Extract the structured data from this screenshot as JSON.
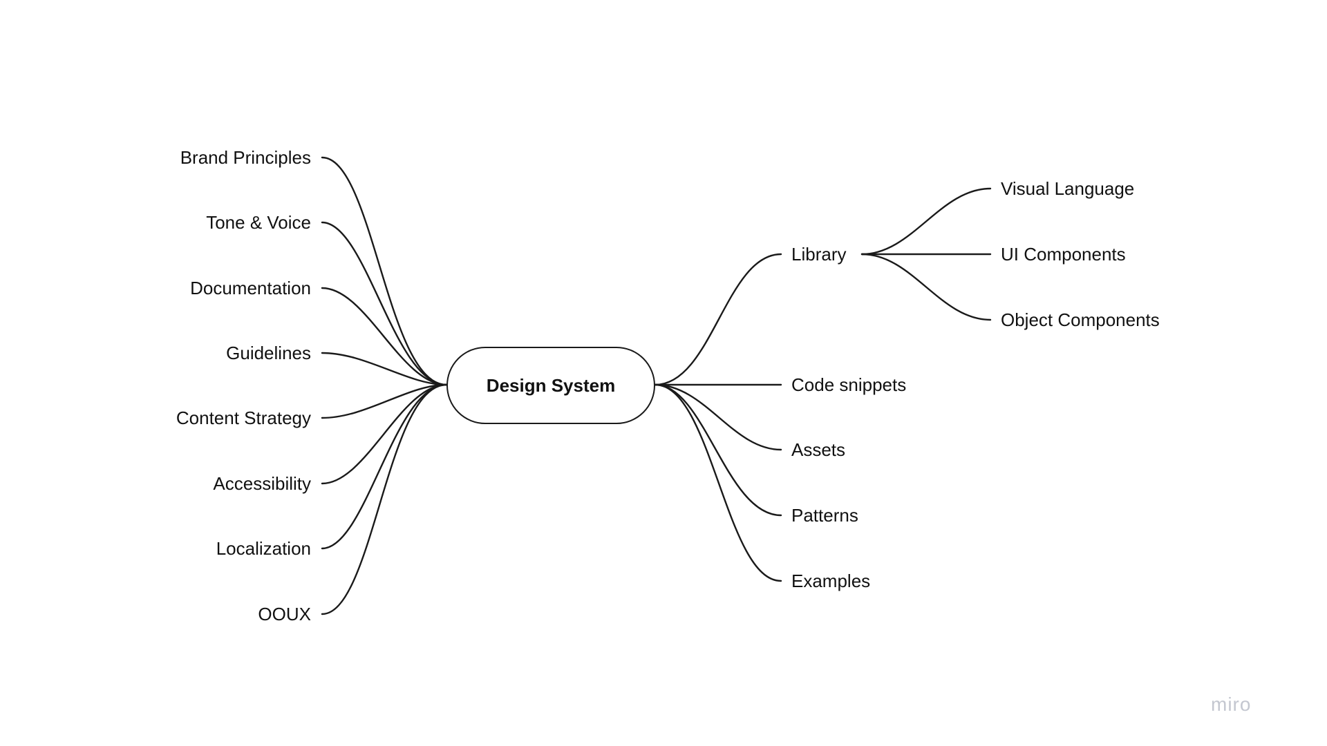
{
  "center": {
    "label": "Design System"
  },
  "left_branches": [
    {
      "label": "Brand Principles"
    },
    {
      "label": "Tone & Voice"
    },
    {
      "label": "Documentation"
    },
    {
      "label": "Guidelines"
    },
    {
      "label": "Content Strategy"
    },
    {
      "label": "Accessibility"
    },
    {
      "label": "Localization"
    },
    {
      "label": "OOUX"
    }
  ],
  "right_branches": [
    {
      "label": "Library",
      "children": [
        {
          "label": "Visual Language"
        },
        {
          "label": "UI Components"
        },
        {
          "label": "Object Components"
        }
      ]
    },
    {
      "label": "Code snippets"
    },
    {
      "label": "Assets"
    },
    {
      "label": "Patterns"
    },
    {
      "label": "Examples"
    }
  ],
  "watermark": "miro"
}
